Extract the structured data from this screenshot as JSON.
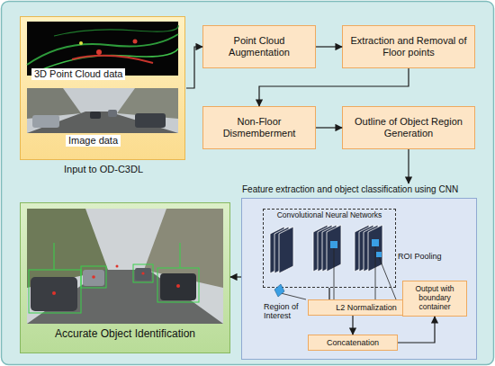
{
  "diagram": {
    "nodes": [
      {
        "text": [
          "3D Point Cloud data",
          "Image data",
          "Input to OD-C3DL"
        ]
      },
      {
        "text": [
          "Point Cloud Augmentation"
        ]
      },
      {
        "text": [
          "Extraction and Removal of Floor points"
        ]
      },
      {
        "text": [
          "Non-Floor Dismemberment"
        ]
      },
      {
        "text": [
          "Outline of Object Region Generation"
        ]
      },
      {
        "text": [
          "Feature extraction and object classification using CNN"
        ]
      },
      {
        "text": [
          "Convolutional Neural Networks"
        ],
        "in": 5
      },
      {
        "text": [
          "L2 Normalization"
        ],
        "in": 5
      },
      {
        "text": [
          "Concatenation"
        ],
        "in": 5
      },
      {
        "text": [
          "Output with boundary container"
        ],
        "in": 5
      },
      {
        "text": [
          "Accurate Object Identification"
        ]
      }
    ],
    "edges": [
      {
        "from": 0,
        "to": 1,
        "arrow": "to"
      },
      {
        "from": 1,
        "to": 2,
        "arrow": "to"
      },
      {
        "from": 2,
        "to": 3,
        "arrow": "to"
      },
      {
        "from": 3,
        "to": 4,
        "arrow": "to"
      },
      {
        "from": 4,
        "to": 5,
        "arrow": "to"
      },
      {
        "from": 5,
        "to": 10,
        "arrow": "to"
      },
      {
        "from": 6,
        "to": 7,
        "arrow": "none"
      },
      {
        "from": 7,
        "to": 8,
        "arrow": "to"
      },
      {
        "from": 8,
        "to": 9,
        "arrow": "to"
      }
    ],
    "labels": [
      "ROI Pooling",
      "Region of Interest"
    ]
  }
}
